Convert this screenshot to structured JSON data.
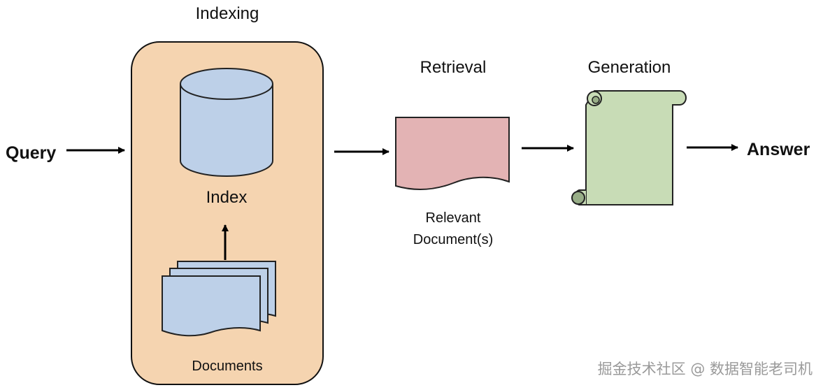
{
  "labels": {
    "query": "Query",
    "indexing": "Indexing",
    "index": "Index",
    "documents": "Documents",
    "retrieval": "Retrieval",
    "relevant_line1": "Relevant",
    "relevant_line2": "Document(s)",
    "generation": "Generation",
    "answer": "Answer"
  },
  "watermark": "掘金技术社区 @ 数据智能老司机",
  "colors": {
    "indexing_panel": "#f5d4b0",
    "index_cylinder": "#bdd0e8",
    "documents": "#bdd0e8",
    "relevant_document": "#e3b3b4",
    "generation_scroll": "#c8dcb6",
    "scroll_curl": "#98ae87",
    "arrow": "#000000"
  },
  "icons": {
    "index": "database-cylinder-icon",
    "documents": "document-stack-icon",
    "relevant_document": "document-icon",
    "generation": "scroll-icon"
  }
}
